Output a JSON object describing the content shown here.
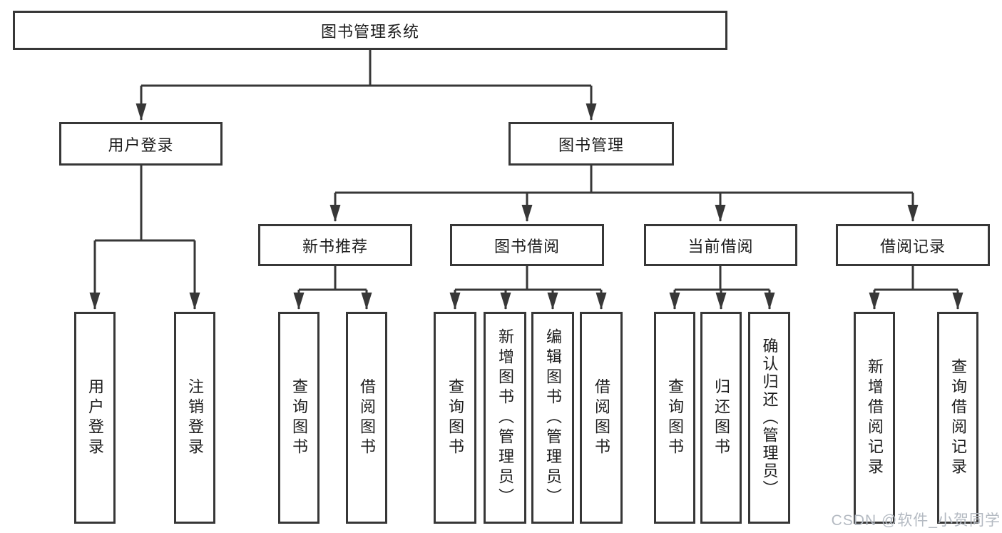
{
  "diagram_type": "hierarchy-tree",
  "colors": {
    "background": "#ffffff",
    "line": "#373737",
    "box_border": "#373737",
    "text": "#1d1d1d",
    "watermark": "#b4bac2"
  },
  "tree": {
    "label": "图书管理系统",
    "children": [
      {
        "label": "用户登录",
        "children": [
          {
            "label": "用户登录"
          },
          {
            "label": "注销登录"
          }
        ]
      },
      {
        "label": "图书管理",
        "children": [
          {
            "label": "新书推荐",
            "children": [
              {
                "label": "查询图书"
              },
              {
                "label": "借阅图书"
              }
            ]
          },
          {
            "label": "图书借阅",
            "children": [
              {
                "label": "查询图书"
              },
              {
                "label": "新增图书（管理员）"
              },
              {
                "label": "编辑图书（管理员）"
              },
              {
                "label": "借阅图书"
              }
            ]
          },
          {
            "label": "当前借阅",
            "children": [
              {
                "label": "查询图书"
              },
              {
                "label": "归还图书"
              },
              {
                "label": "确认归还（管理员）"
              }
            ]
          },
          {
            "label": "借阅记录",
            "children": [
              {
                "label": "新增借阅记录"
              },
              {
                "label": "查询借阅记录"
              }
            ]
          }
        ]
      }
    ]
  },
  "watermark": {
    "text": "CSDN @软件_小贺同学"
  }
}
